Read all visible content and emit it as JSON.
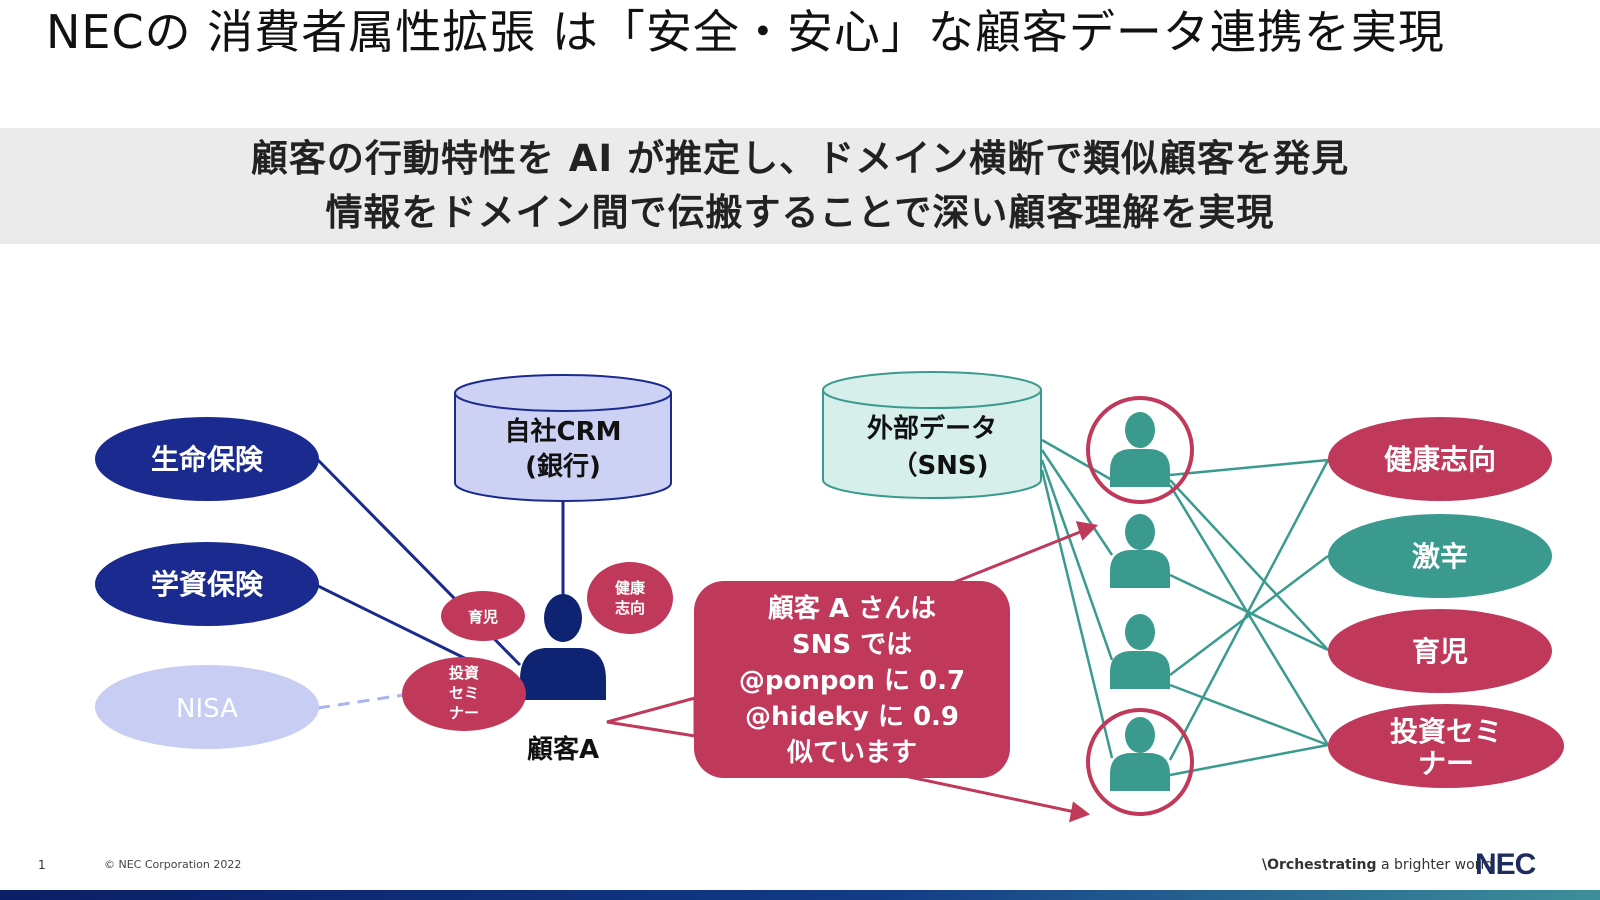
{
  "slide": {
    "title": "NECの 消費者属性拡張 は「安全・安心」な顧客データ連携を実現",
    "subtitle_line1": "顧客の行動特性を AI が推定し、ドメイン横断で類似顧客を発見",
    "subtitle_line2": "情報をドメイン間で伝搬することで深い顧客理解を実現"
  },
  "diagram": {
    "crm_db": {
      "line1": "自社CRM",
      "line2": "(銀行)"
    },
    "sns_db": {
      "line1": "外部データ",
      "line2": "（SNS)"
    },
    "products": [
      "生命保険",
      "学資保険",
      "NISA"
    ],
    "customer_tags": {
      "ikuji": "育児",
      "kenko_1": "健康",
      "kenko_2": "志向",
      "toushi_1": "投資",
      "toushi_2": "セミ",
      "toushi_3": "ナー"
    },
    "customer_label": "顧客A",
    "callout": [
      "顧客 A さんは",
      "SNS では",
      "@ponpon に 0.7",
      "@hideky に 0.9",
      "似ています"
    ],
    "attributes": {
      "a1": "健康志向",
      "a2": "激辛",
      "a3": "育児",
      "a4_1": "投資セミ",
      "a4_2": "ナー"
    }
  },
  "colors": {
    "navy": "#1b2a8f",
    "crimson": "#c0385a",
    "teal": "#3a9a8e",
    "crm_fill": "#cdd2f5",
    "sns_fill": "#d6efeb",
    "nisa_fill": "#c8cdf3"
  },
  "footer": {
    "page": "1",
    "copyright": "© NEC Corporation 2022",
    "tagline_bold": "\\Orchestrating",
    "tagline_rest": " a brighter world",
    "logo": "NEC"
  }
}
